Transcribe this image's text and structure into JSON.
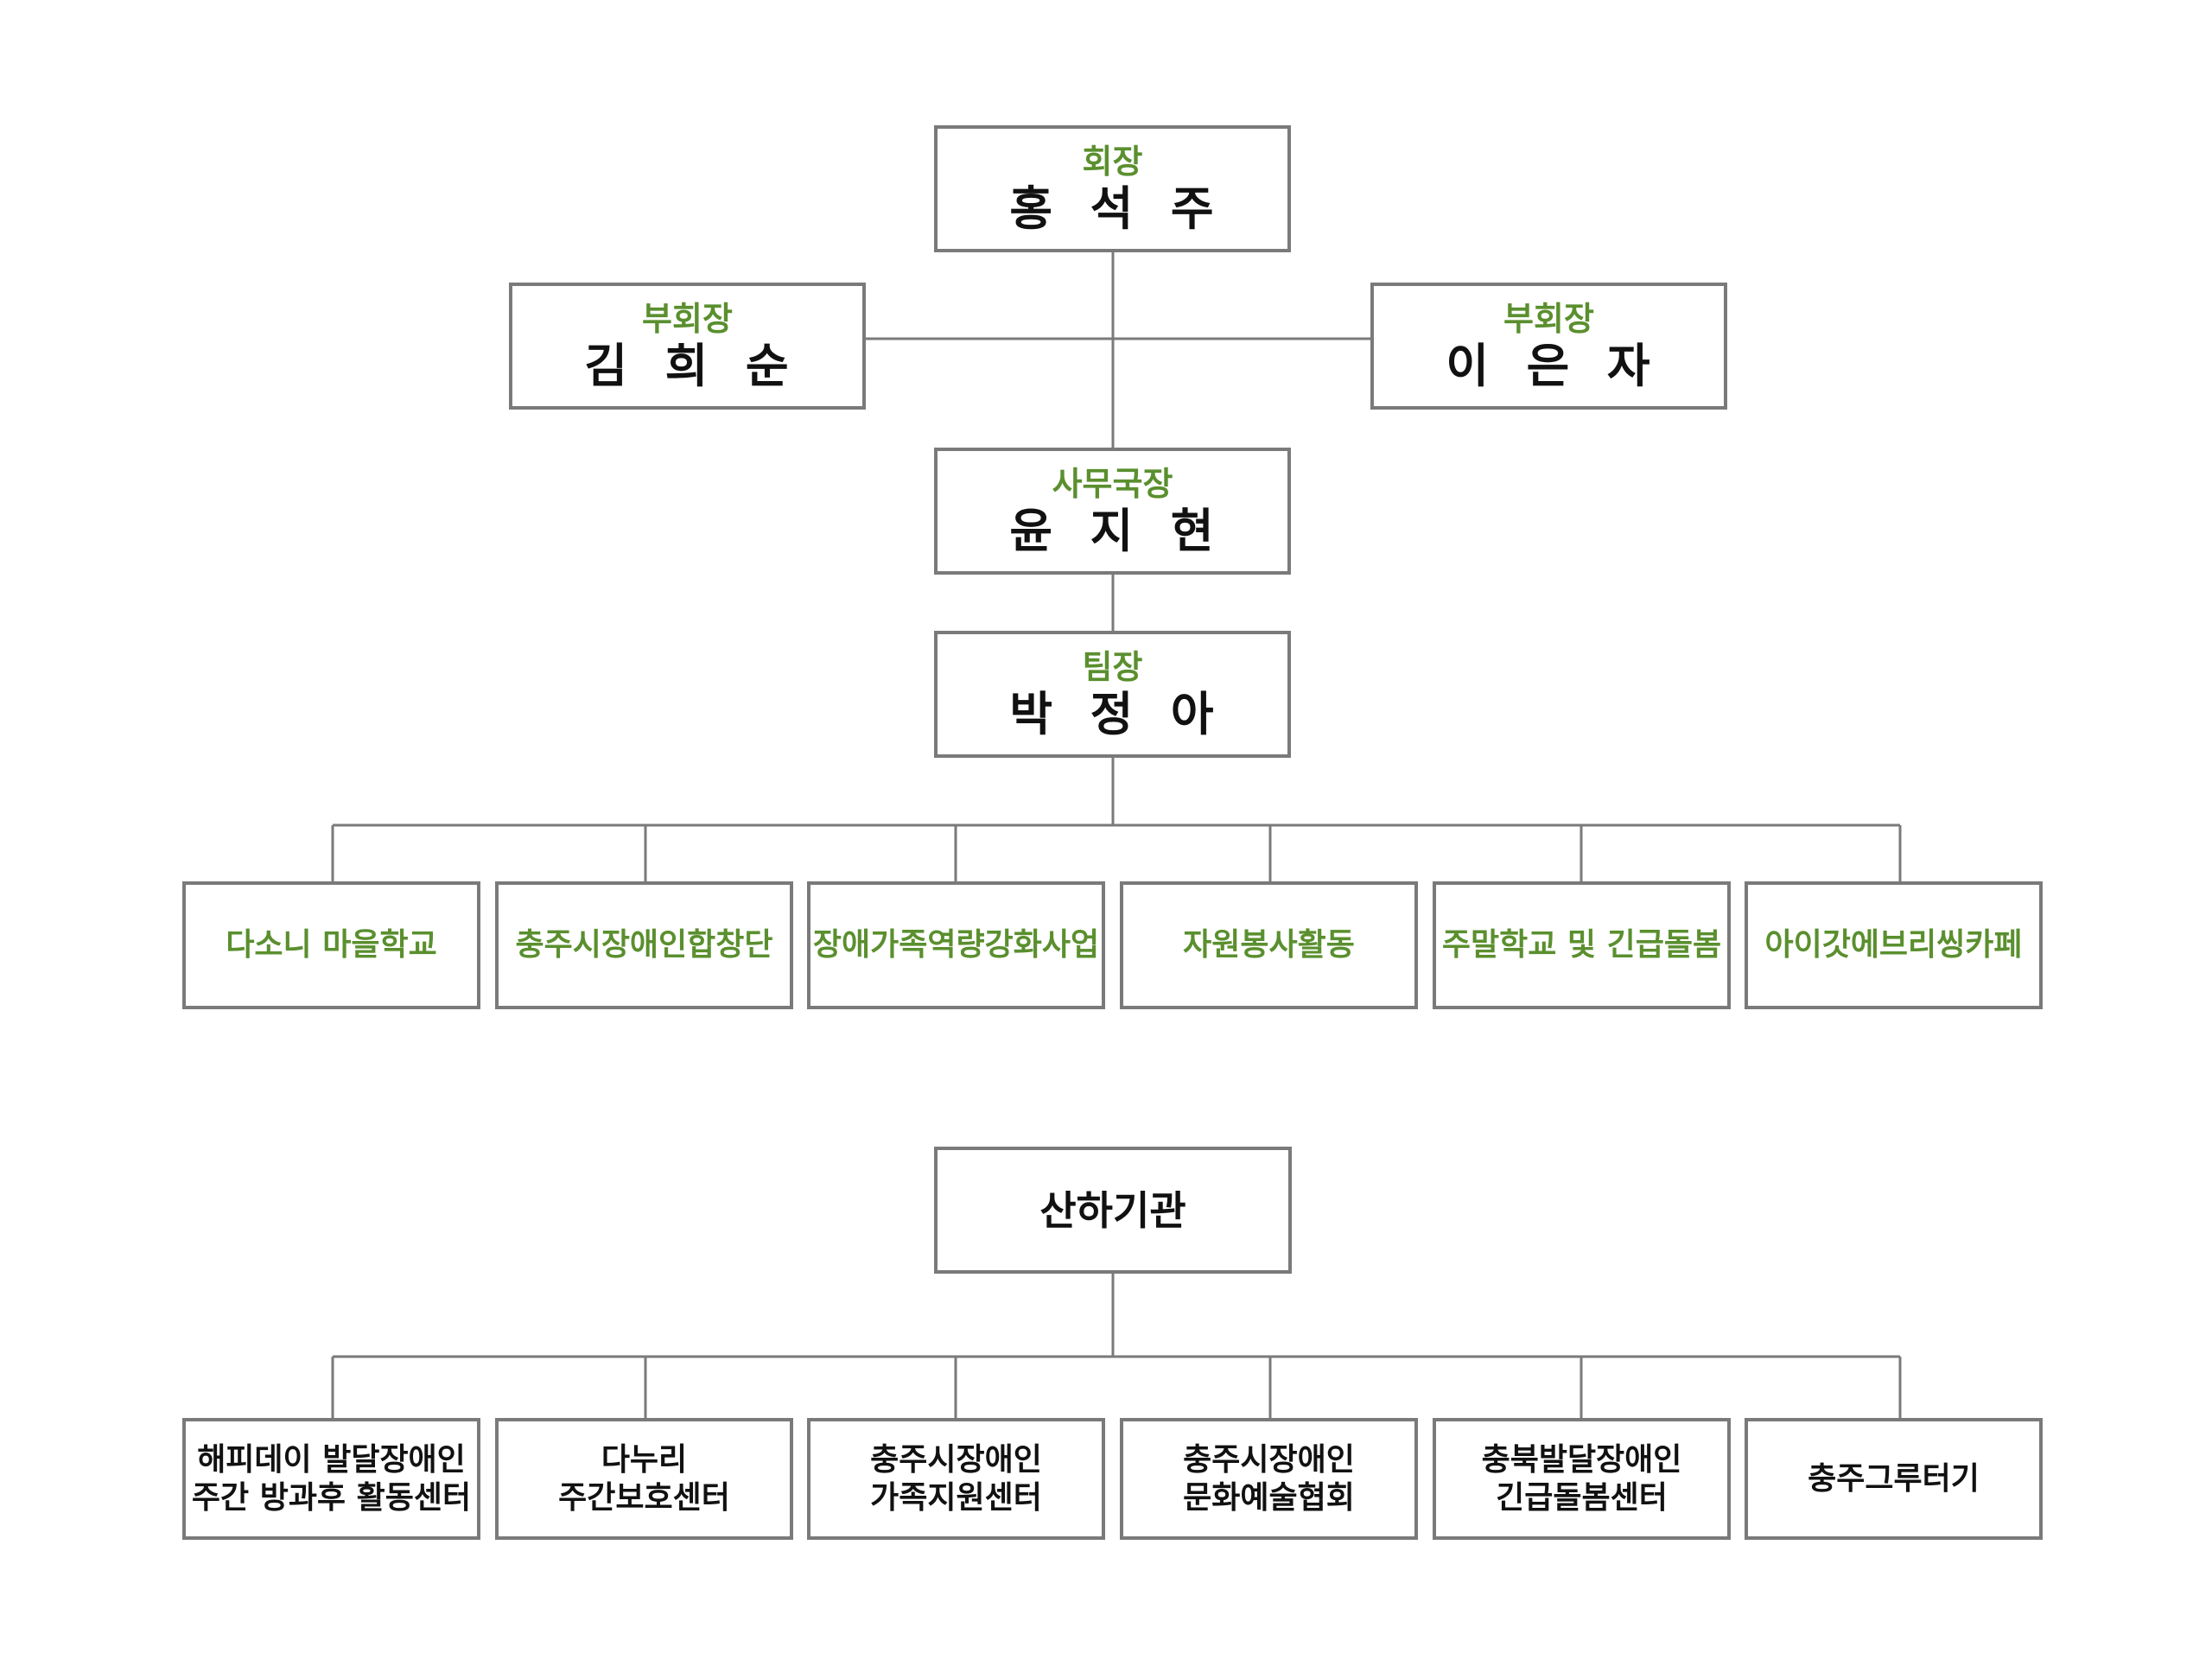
{
  "chairman": {
    "role": "회장",
    "name": "홍  석  주"
  },
  "vice_left": {
    "role": "부회장",
    "name": "김  희  순"
  },
  "vice_right": {
    "role": "부회장",
    "name": "이  은  자"
  },
  "secretary": {
    "role": "사무국장",
    "name": "윤  지  현"
  },
  "team_leader": {
    "role": "팀장",
    "name": "박  정  아"
  },
  "programs": [
    {
      "label": "다소니 마을학교"
    },
    {
      "label": "충주시장애인합창단"
    },
    {
      "label": "장애가족역량강화사업"
    },
    {
      "label": "자원봉사활동"
    },
    {
      "label": "주말학교 및 긴급돌봄"
    },
    {
      "label": "아이갓에브리씽카페"
    }
  ],
  "agencies_header": "산하기관",
  "agencies": [
    {
      "line1": "해피데이 발달장애인",
      "line2": "주간 방과후 활동센터"
    },
    {
      "line1": "다누리",
      "line2": "주간보호센터"
    },
    {
      "line1": "충주시장애인",
      "line2": "가족지원센터"
    },
    {
      "line1": "충주시장애인",
      "line2": "문화예술협회"
    },
    {
      "line1": "충북발달장애인",
      "line2": "긴급돌봄센터"
    },
    {
      "line1": "충주그루터기",
      "line2": ""
    }
  ],
  "colors": {
    "role_green": "#5a8f2e",
    "border_gray": "#7a7a7a",
    "text_dark": "#111111"
  }
}
